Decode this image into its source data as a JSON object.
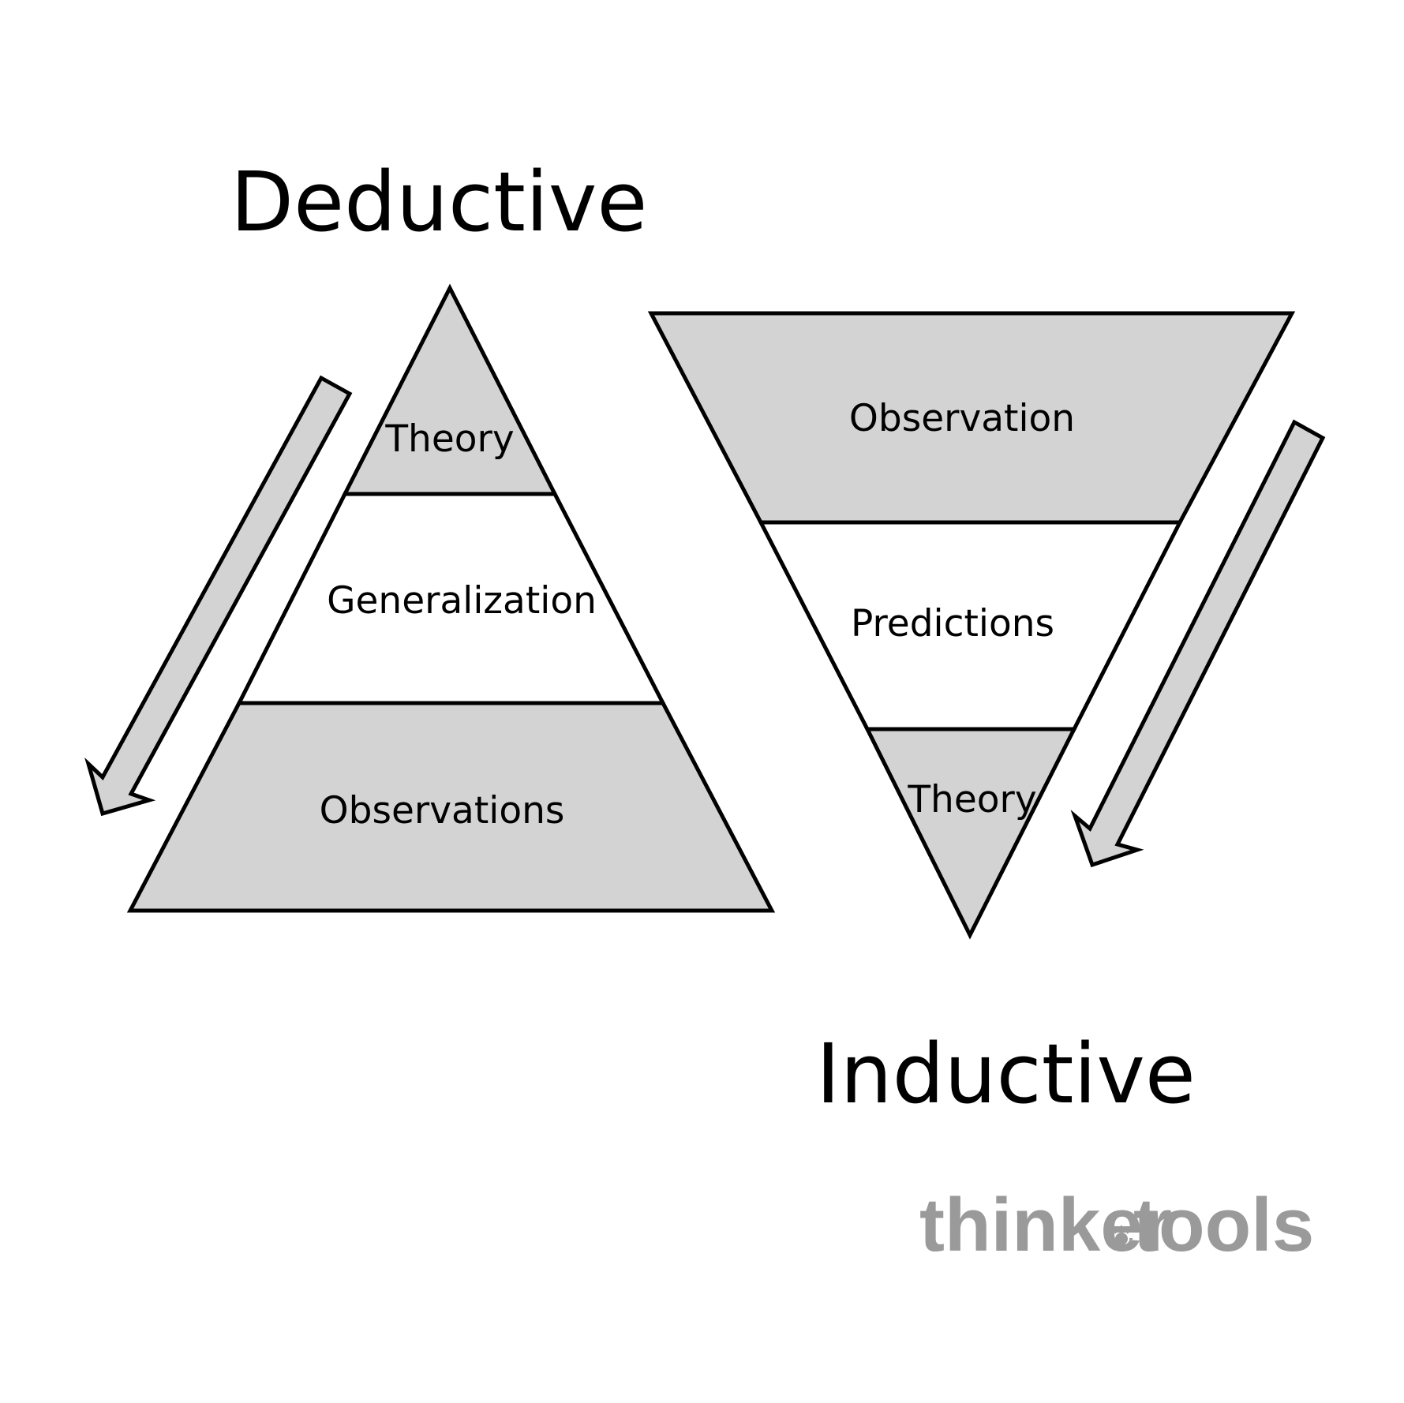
{
  "colors": {
    "band_fill": "#d3d3d3",
    "empty_fill": "#ffffff",
    "outline": "#000000",
    "brand": "#9a9a9a"
  },
  "deductive": {
    "title": "Deductive",
    "tiers": [
      "Theory",
      "Generalization",
      "Observations"
    ]
  },
  "inductive": {
    "title": "Inductive",
    "tiers": [
      "Observation",
      "Predictions",
      "Theory"
    ]
  },
  "brand": {
    "left": "thinker",
    "right": "tools",
    "icon": "lightbulb-icon"
  }
}
